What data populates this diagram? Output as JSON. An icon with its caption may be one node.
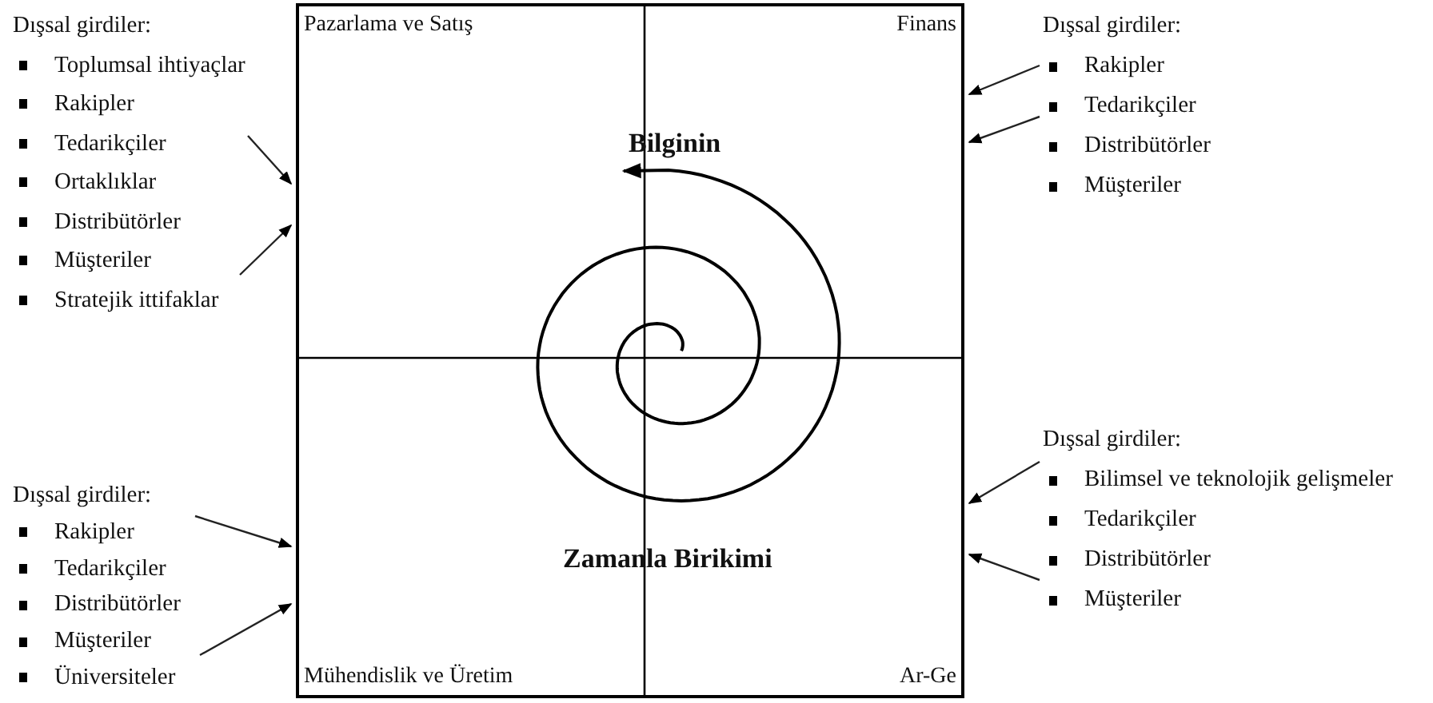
{
  "diagram": {
    "nodes": [
      {
        "text": [
          "Pazarlama ve Satış",
          "Finans",
          "Bilginin",
          "Zamanla Birikimi",
          "Mühendislik ve Üretim",
          "Ar-Ge"
        ]
      },
      {
        "text": [
          "Dışsal girdiler:",
          "Toplumsal ihtiyaçlar",
          "Rakipler",
          "Tedarikçiler",
          "Ortaklıklar",
          "Distribütörler",
          "Müşteriler",
          "Stratejik ittifaklar"
        ]
      },
      {
        "text": [
          "Dışsal girdiler:",
          "Rakipler",
          "Tedarikçiler",
          "Distribütörler",
          "Müşteriler"
        ]
      },
      {
        "text": [
          "Dışsal girdiler:",
          "Rakipler",
          "Tedarikçiler",
          "Distribütörler",
          "Müşteriler",
          "Üniversiteler"
        ]
      },
      {
        "text": [
          "Dışsal girdiler:",
          "Bilimsel ve teknolojik gelişmeler",
          "Tedarikçiler",
          "Distribütörler",
          "Müşteriler"
        ]
      }
    ],
    "edges": [
      {
        "from": 1,
        "to": 0,
        "arrow": "to"
      },
      {
        "from": 1,
        "to": 0,
        "arrow": "to"
      },
      {
        "from": 2,
        "to": 0,
        "arrow": "to"
      },
      {
        "from": 2,
        "to": 0,
        "arrow": "to"
      },
      {
        "from": 3,
        "to": 0,
        "arrow": "to"
      },
      {
        "from": 3,
        "to": 0,
        "arrow": "to"
      },
      {
        "from": 4,
        "to": 0,
        "arrow": "to"
      },
      {
        "from": 4,
        "to": 0,
        "arrow": "to"
      }
    ]
  }
}
